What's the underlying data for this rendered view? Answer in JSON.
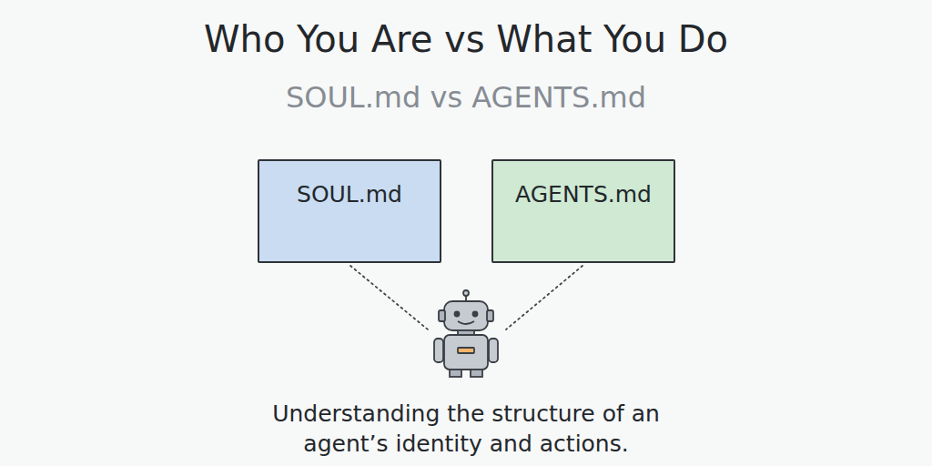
{
  "diagram": {
    "title": "Who You Are vs What You Do",
    "caption": "Understanding the structure of an agent’s identity and actions.",
    "nodes": [
      {
        "text": [
          "SOUL.md"
        ]
      },
      {
        "text": [
          "AGENTS.md"
        ]
      }
    ],
    "labels": [
      "SOUL.md vs AGENTS.md"
    ]
  }
}
